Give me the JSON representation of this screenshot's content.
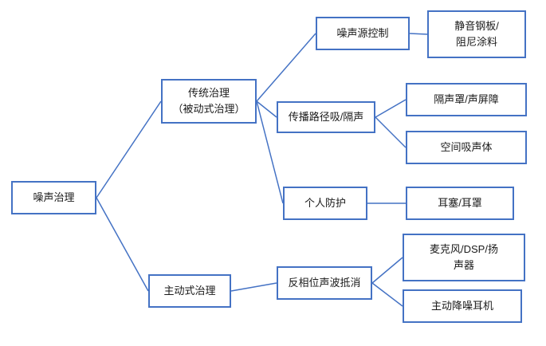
{
  "diagram": {
    "accent_color": "#4472C4",
    "background_color": "#ffffff",
    "text_color": "#1a1a1a"
  },
  "nodes": {
    "root": {
      "label": "噪声治理"
    },
    "traditional": {
      "label": "传统治理\n（被动式治理）"
    },
    "active": {
      "label": "主动式治理"
    },
    "source_control": {
      "label": "噪声源控制"
    },
    "path_absorb": {
      "label": "传播路径吸/隔声"
    },
    "personal": {
      "label": "个人防护"
    },
    "anti_wave": {
      "label": "反相位声波抵消"
    },
    "silent_plate": {
      "label": "静音钢板/\n阻尼涂料"
    },
    "enclosure": {
      "label": "隔声罩/声屏障"
    },
    "absorber": {
      "label": "空间吸声体"
    },
    "earplug": {
      "label": "耳塞/耳罩"
    },
    "mic_dsp": {
      "label": "麦克风/DSP/扬\n声器"
    },
    "anc_headphone": {
      "label": "主动降噪耳机"
    }
  }
}
